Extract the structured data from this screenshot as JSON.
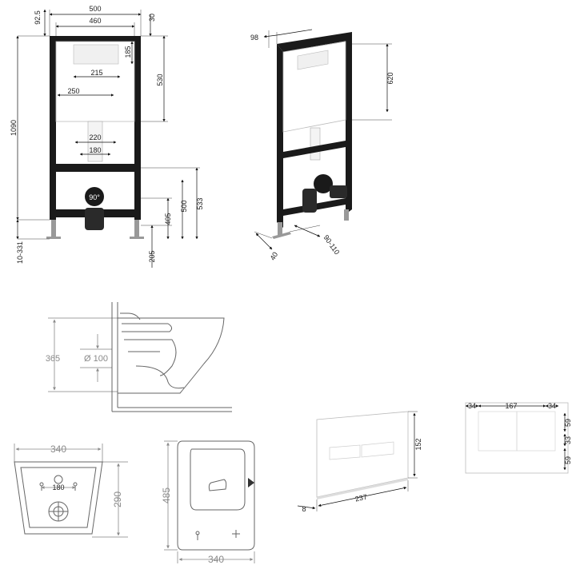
{
  "frame_front": {
    "width_outer": "500",
    "width_inner": "460",
    "top_offset": "92.5",
    "top_margin": "30",
    "cistern_height": "185",
    "button_width": "215",
    "cistern_side": "250",
    "height_530": "530",
    "total_height": "1090",
    "pipe_spacing": "220",
    "fixing_spacing": "180",
    "elbow_angle": "90°",
    "height_533": "533",
    "height_500": "500",
    "height_405": "405",
    "leg_adjust": "10-331",
    "leg_205": "205"
  },
  "frame_side": {
    "depth": "98",
    "height_620": "620",
    "foot_depth": "40",
    "pipe_range": "90-110"
  },
  "toilet_profile": {
    "height": "365",
    "outlet_diameter": "Ø 100"
  },
  "toilet_front": {
    "width": "340",
    "hole_spacing": "180",
    "height": "290"
  },
  "toilet_top": {
    "length": "485",
    "width": "340"
  },
  "flush_plate": {
    "thickness": "8",
    "width": "237",
    "height": "152"
  },
  "flush_plate_front": {
    "margin_left": "34",
    "button_width": "167",
    "margin_right": "34",
    "margin_top": "59",
    "button_height": "33",
    "margin_bottom": "59"
  }
}
